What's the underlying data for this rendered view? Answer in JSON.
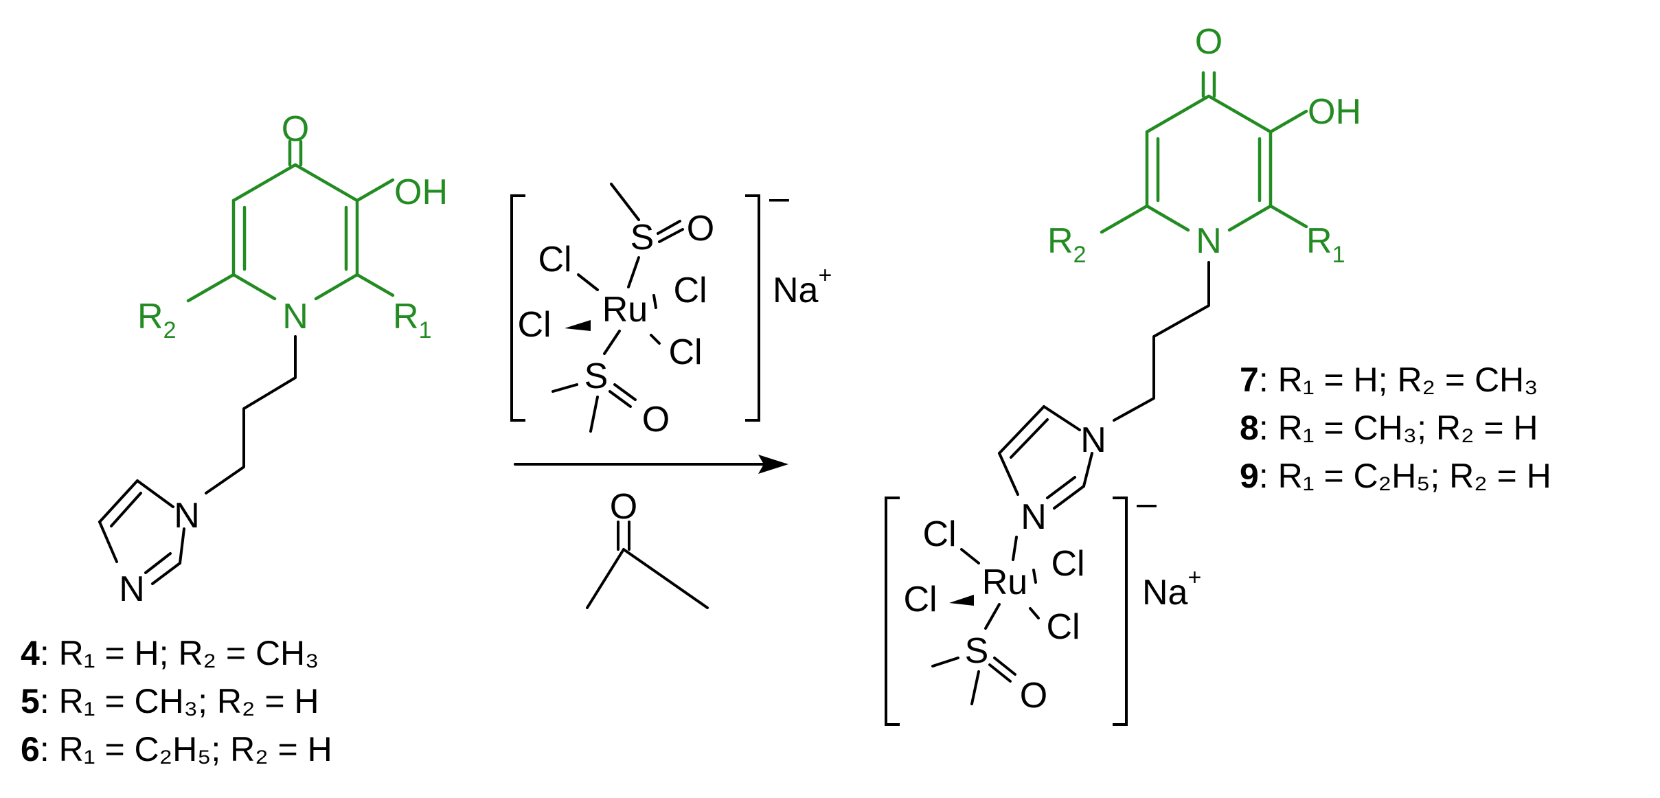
{
  "colors": {
    "ligand": "#228b22",
    "text": "#000000",
    "background": "#ffffff"
  },
  "atoms": {
    "O": "O",
    "OH": "OH",
    "N": "N",
    "R": "R",
    "sub1": "1",
    "sub2": "2",
    "S": "S",
    "Ru": "Ru",
    "Cl": "Cl",
    "Na": "Na",
    "plus": "+",
    "minus": "–"
  },
  "reactant": {
    "labels": [
      {
        "num": "4",
        "text": ": R₁ = H; R₂ = CH₃"
      },
      {
        "num": "5",
        "text": ": R₁ = CH₃; R₂ = H"
      },
      {
        "num": "6",
        "text": ": R₁ = C₂H₅; R₂ = H"
      }
    ]
  },
  "product": {
    "labels": [
      {
        "num": "7",
        "text": ": R₁ = H; R₂ = CH₃"
      },
      {
        "num": "8",
        "text": ": R₁ = CH₃; R₂ = H"
      },
      {
        "num": "9",
        "text": ": R₁ = C₂H₅; R₂ = H"
      }
    ]
  }
}
